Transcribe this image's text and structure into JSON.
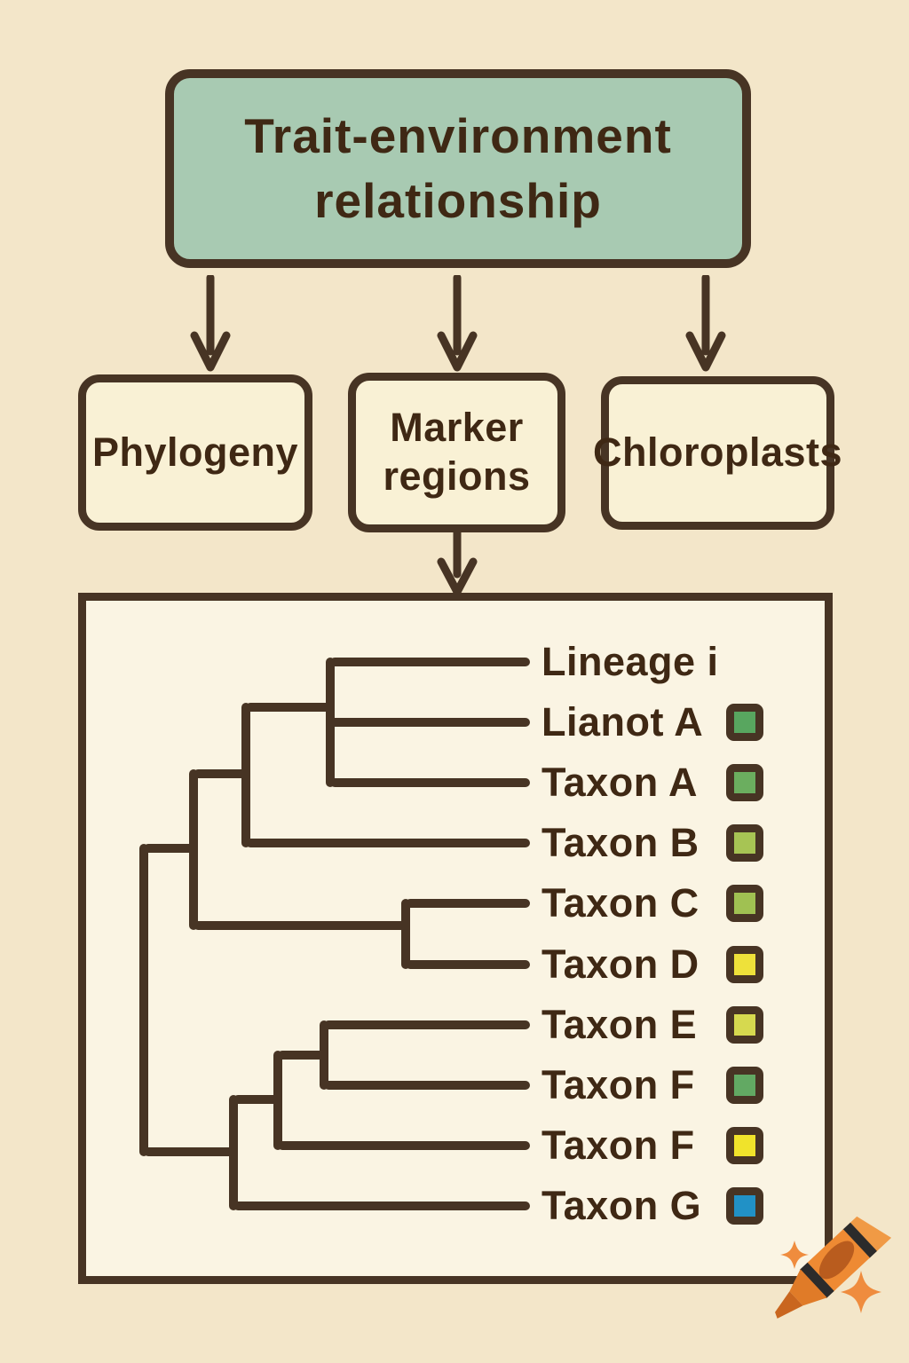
{
  "page": {
    "background": "#f3e6c9",
    "ink_color": "#473424",
    "text_color": "#3f2814"
  },
  "title_box": {
    "line1": "Trait-environment",
    "line2": "relationship",
    "fill": "#a8cab2"
  },
  "flow_boxes": {
    "phylogeny": {
      "label": "Phylogeny"
    },
    "marker": {
      "line1": "Marker",
      "line2": "regions"
    },
    "chloroplasts": {
      "label": "Chloroplasts"
    }
  },
  "flow": {
    "edges": [
      "Trait-environment relationship -> Phylogeny",
      "Trait-environment relationship -> Marker regions",
      "Trait-environment relationship -> Chloroplasts",
      "Marker regions -> phylogenetic tree panel"
    ]
  },
  "tree_panel": {
    "fill": "#faf4e3",
    "topology_newick": "((((Lineage i,Lianot A,Taxon A),Taxon B),(Taxon C,Taxon D)),(((Taxon E,Taxon F),Taxon F),Taxon G));",
    "taxa": [
      {
        "label": "Lineage i",
        "square": null
      },
      {
        "label": "Lianot A",
        "square": "#58a65f"
      },
      {
        "label": "Taxon A",
        "square": "#6bae5f"
      },
      {
        "label": "Taxon B",
        "square": "#a7c454"
      },
      {
        "label": "Taxon C",
        "square": "#a0c152"
      },
      {
        "label": "Taxon D",
        "square": "#eee13a"
      },
      {
        "label": "Taxon E",
        "square": "#d6d94f"
      },
      {
        "label": "Taxon F",
        "square": "#62a963"
      },
      {
        "label": "Taxon F",
        "square": "#f0e32b"
      },
      {
        "label": "Taxon G",
        "square": "#2191c6"
      }
    ]
  },
  "watermark": {
    "name": "crayon-logo",
    "crayon_body": "#ee8a33",
    "crayon_label": "#b95c1e",
    "crayon_band": "#2b2b2b",
    "crayon_tip": "#c9661f",
    "star_color": "#ef8c3e"
  }
}
